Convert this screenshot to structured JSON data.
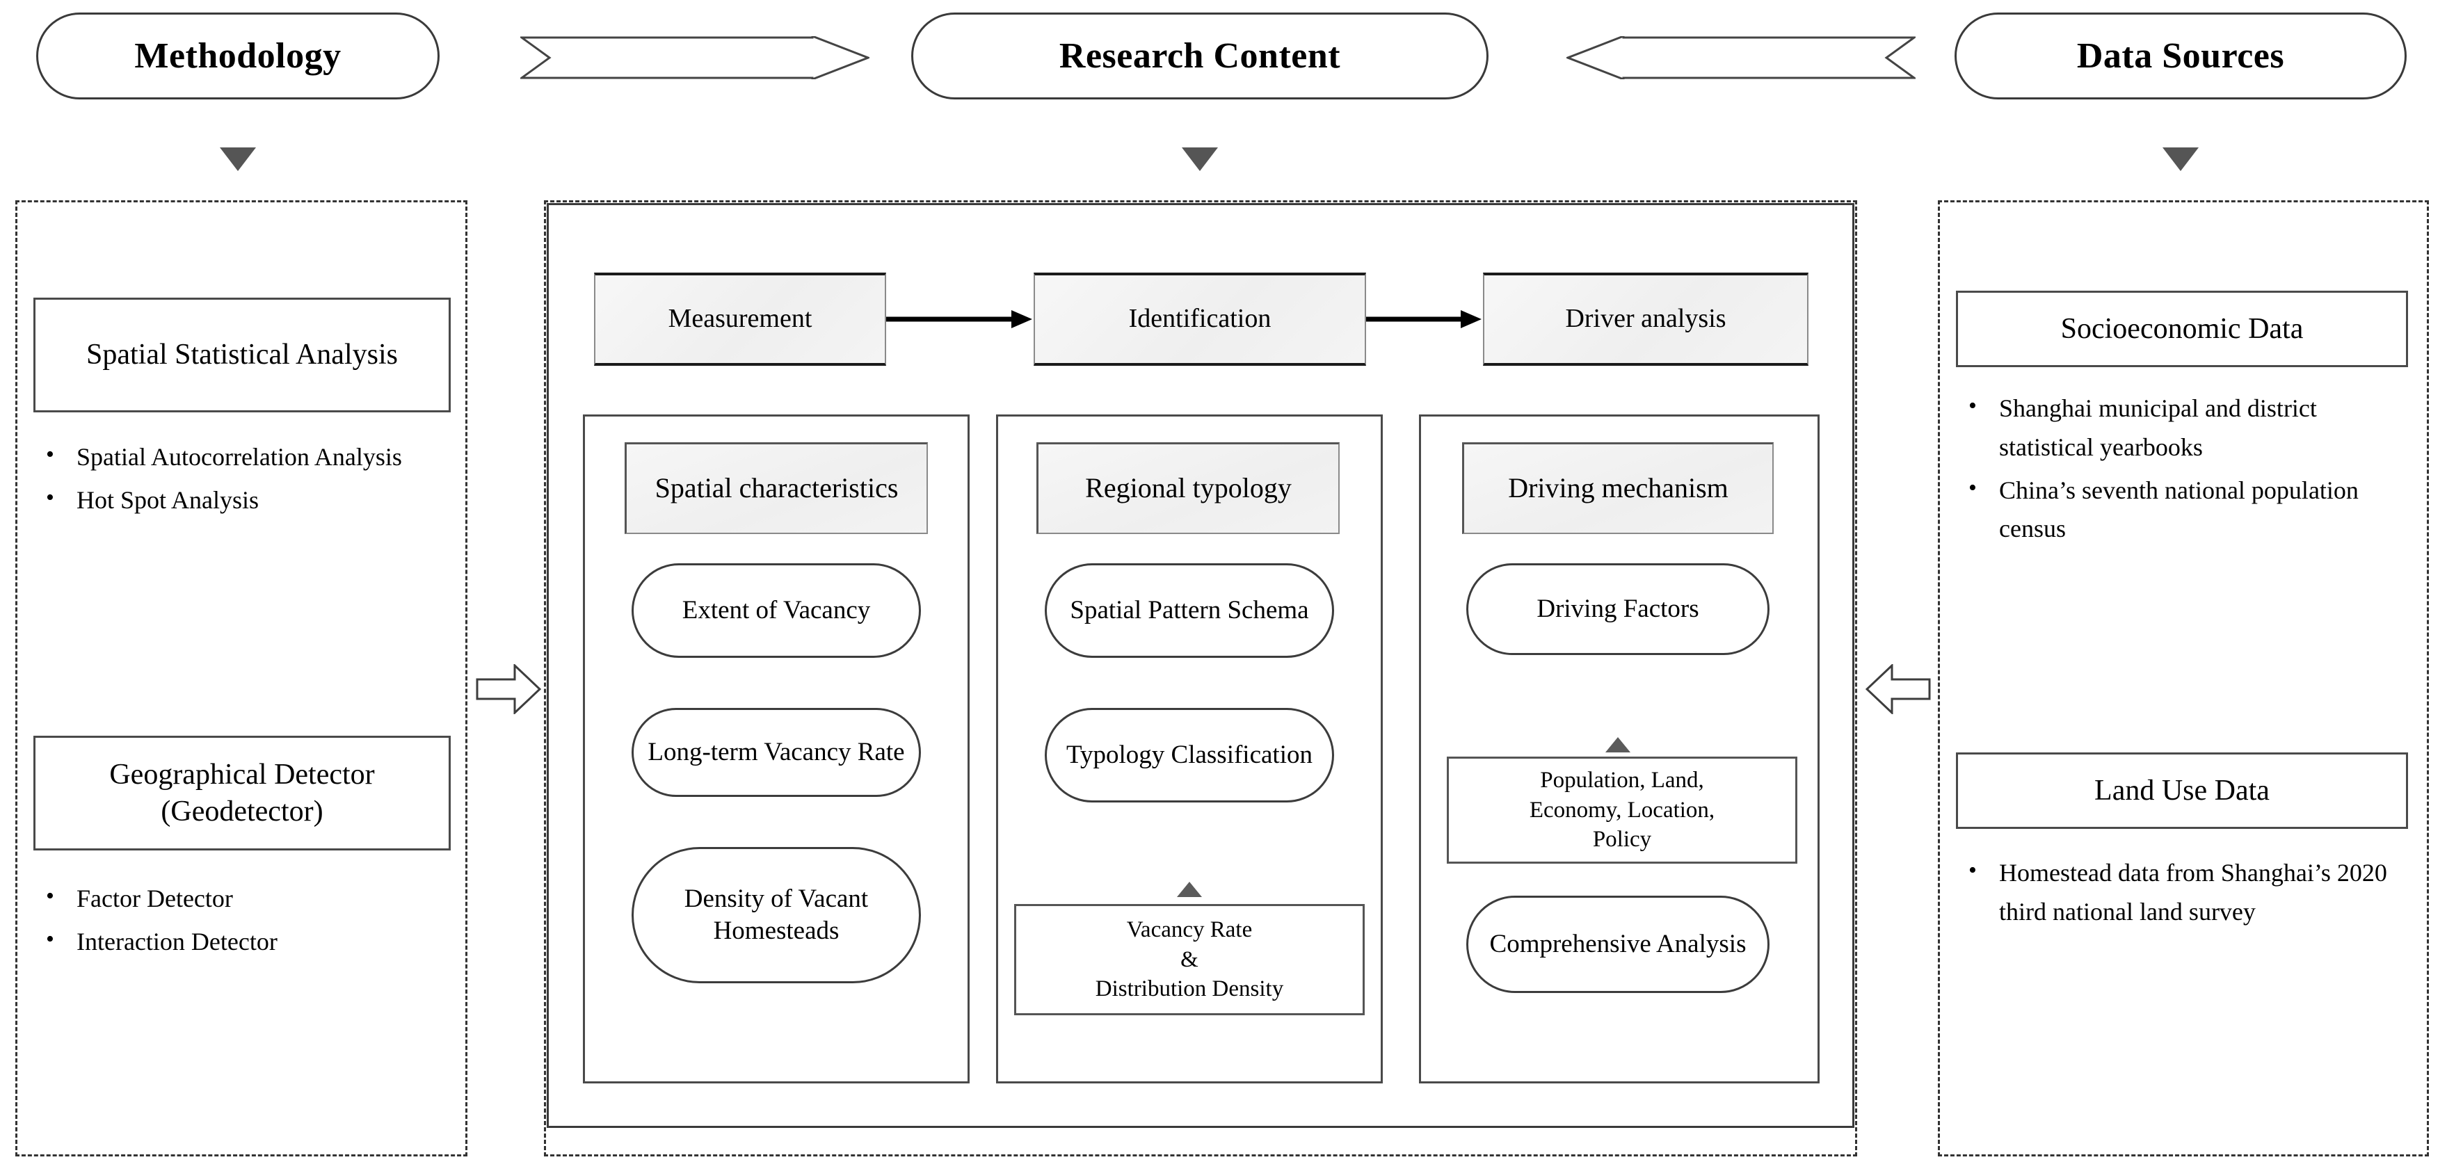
{
  "header": {
    "methodology": "Methodology",
    "research_content": "Research Content",
    "data_sources": "Data Sources"
  },
  "arrows": {
    "methodology_to_research": "chevron-arrow-right",
    "data_to_research": "chevron-arrow-left",
    "methodology_panel_to_middle": "block-arrow-right",
    "data_panel_to_middle": "block-arrow-left",
    "down_marker": "triangle-down",
    "up_marker": "triangle-up"
  },
  "methodology_panel": {
    "groups": [
      {
        "title": "Spatial Statistical Analysis",
        "items": [
          "Spatial Autocorrelation Analysis",
          "Hot Spot Analysis"
        ]
      },
      {
        "title": "Geographical Detector (Geodetector)",
        "items": [
          "Factor Detector",
          "Interaction Detector"
        ]
      }
    ]
  },
  "research_panel": {
    "flow": [
      "Measurement",
      "Identification",
      "Driver analysis"
    ],
    "columns": [
      {
        "heading": "Spatial characteristics",
        "pills": [
          "Extent of Vacancy",
          "Long-term Vacancy Rate",
          "Density of Vacant Homesteads"
        ],
        "footer": null
      },
      {
        "heading": "Regional typology",
        "pills": [
          "Spatial Pattern Schema",
          "Typology Classification"
        ],
        "footer": {
          "lines": [
            "Vacancy Rate",
            "&",
            "Distribution Density"
          ]
        }
      },
      {
        "heading": "Driving mechanism",
        "pills": [
          "Driving Factors",
          "Comprehensive Analysis"
        ],
        "footer": {
          "lines": [
            "Population, Land,",
            "Economy, Location,",
            "Policy"
          ]
        }
      }
    ]
  },
  "data_panel": {
    "groups": [
      {
        "title": "Socioeconomic Data",
        "items": [
          "Shanghai municipal and district statistical yearbooks",
          "China’s seventh national population census"
        ]
      },
      {
        "title": "Land Use Data",
        "items": [
          "Homestead data from Shanghai’s 2020 third national land survey"
        ]
      }
    ]
  },
  "colors": {
    "outline": "#3a3a3a",
    "dashed_border": "#333333",
    "grey_fill": "#f2f2f2",
    "triangle": "#555555",
    "text": "#000000"
  }
}
